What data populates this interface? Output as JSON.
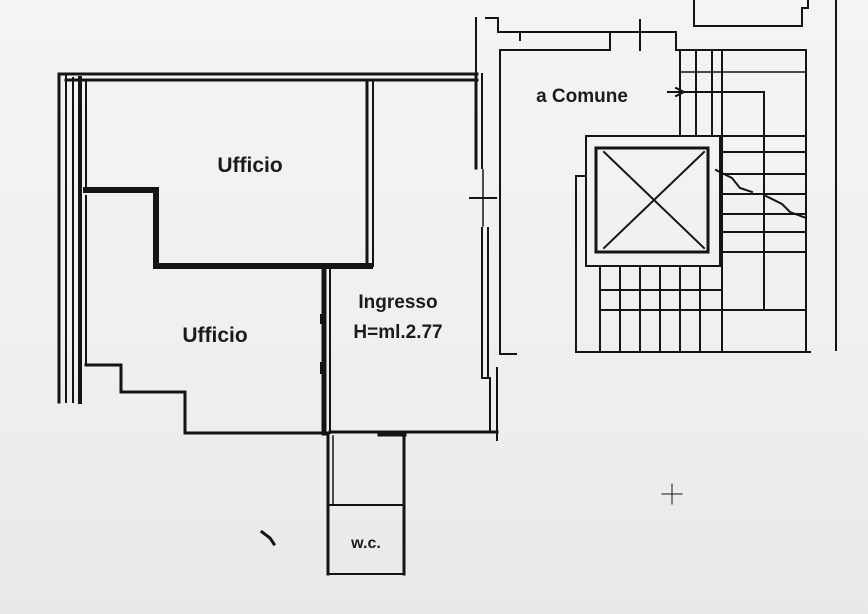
{
  "plan": {
    "rooms": {
      "office_top": "Ufficio",
      "office_left": "Ufficio",
      "entrance": "Ingresso",
      "entrance_height": "H=ml.2.77",
      "wc": "w.c.",
      "common_area": "a Comune"
    },
    "colors": {
      "wall": "#141414",
      "background": "#f1f1ef"
    }
  }
}
